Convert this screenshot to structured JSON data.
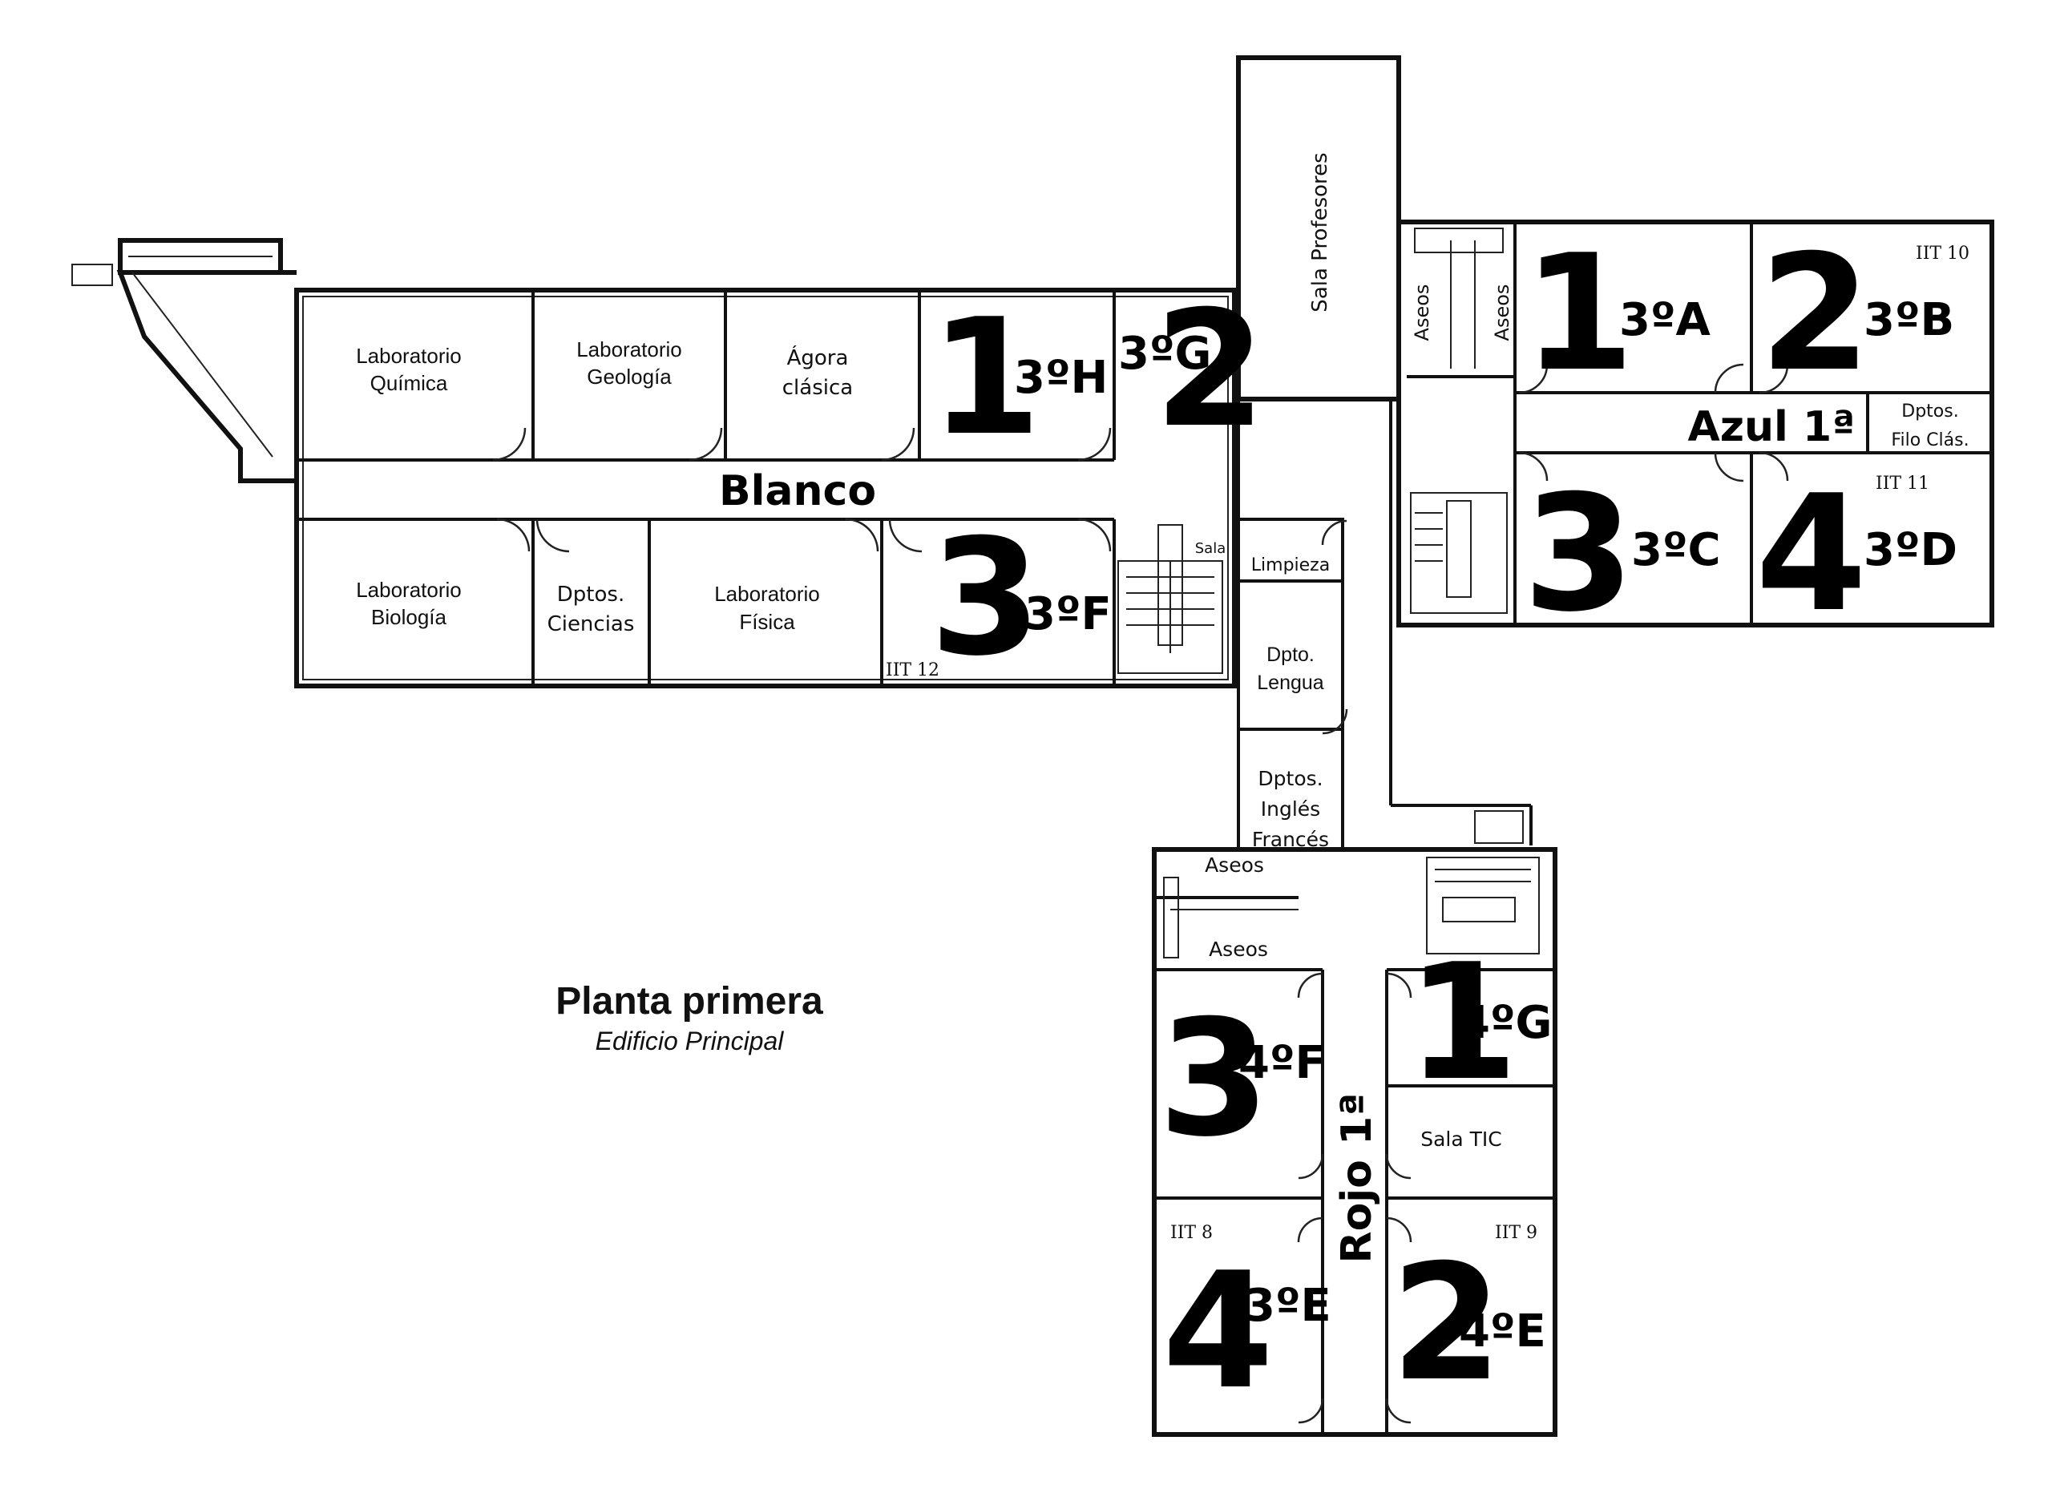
{
  "title": {
    "main": "Planta primera",
    "sub": "Edificio Principal"
  },
  "corridors": {
    "blanco": "Blanco",
    "azul": "Azul 1ª",
    "rojo": "Rojo 1ª"
  },
  "rooms": {
    "lab_quimica": [
      "Laboratorio",
      "Química"
    ],
    "lab_geologia": [
      "Laboratorio",
      "Geología"
    ],
    "agora": [
      "Ágora",
      "clásica"
    ],
    "lab_biologia": [
      "Laboratorio",
      "Biología"
    ],
    "dptos_ciencias": [
      "Dptos.",
      "Ciencias"
    ],
    "lab_fisica": [
      "Laboratorio",
      "Física"
    ],
    "sala_profesores": "Sala Profesores",
    "aseos": "Aseos",
    "sala": "Sala",
    "limpieza": "Limpieza",
    "dpto_lengua": [
      "Dpto.",
      "Lengua"
    ],
    "dptos_ingles": [
      "Dptos.",
      "Inglés",
      "Francés"
    ],
    "dptos_filo": [
      "Dptos.",
      "Filo Clás."
    ],
    "sala_tic": "Sala TIC"
  },
  "iit_labels": {
    "iit10": "IIT 10",
    "iit11": "IIT 11",
    "iit12": "IIT 12",
    "iit8": "IIT 8",
    "iit9": "IIT 9"
  },
  "classrooms": {
    "h": {
      "num": "1",
      "group": "3ºH"
    },
    "g": {
      "num": "2",
      "group": "3ºG"
    },
    "f": {
      "num": "3",
      "group": "3ºF"
    },
    "a": {
      "num": "1",
      "group": "3ºA"
    },
    "b": {
      "num": "2",
      "group": "3ºB"
    },
    "c": {
      "num": "3",
      "group": "3ºC"
    },
    "d": {
      "num": "4",
      "group": "3ºD"
    },
    "r1": {
      "num": "1",
      "group": "4ºG"
    },
    "r3": {
      "num": "3",
      "group": "4ºF"
    },
    "r4": {
      "num": "4",
      "group": "3ºE"
    },
    "r2": {
      "num": "2",
      "group": "4ºE"
    }
  }
}
